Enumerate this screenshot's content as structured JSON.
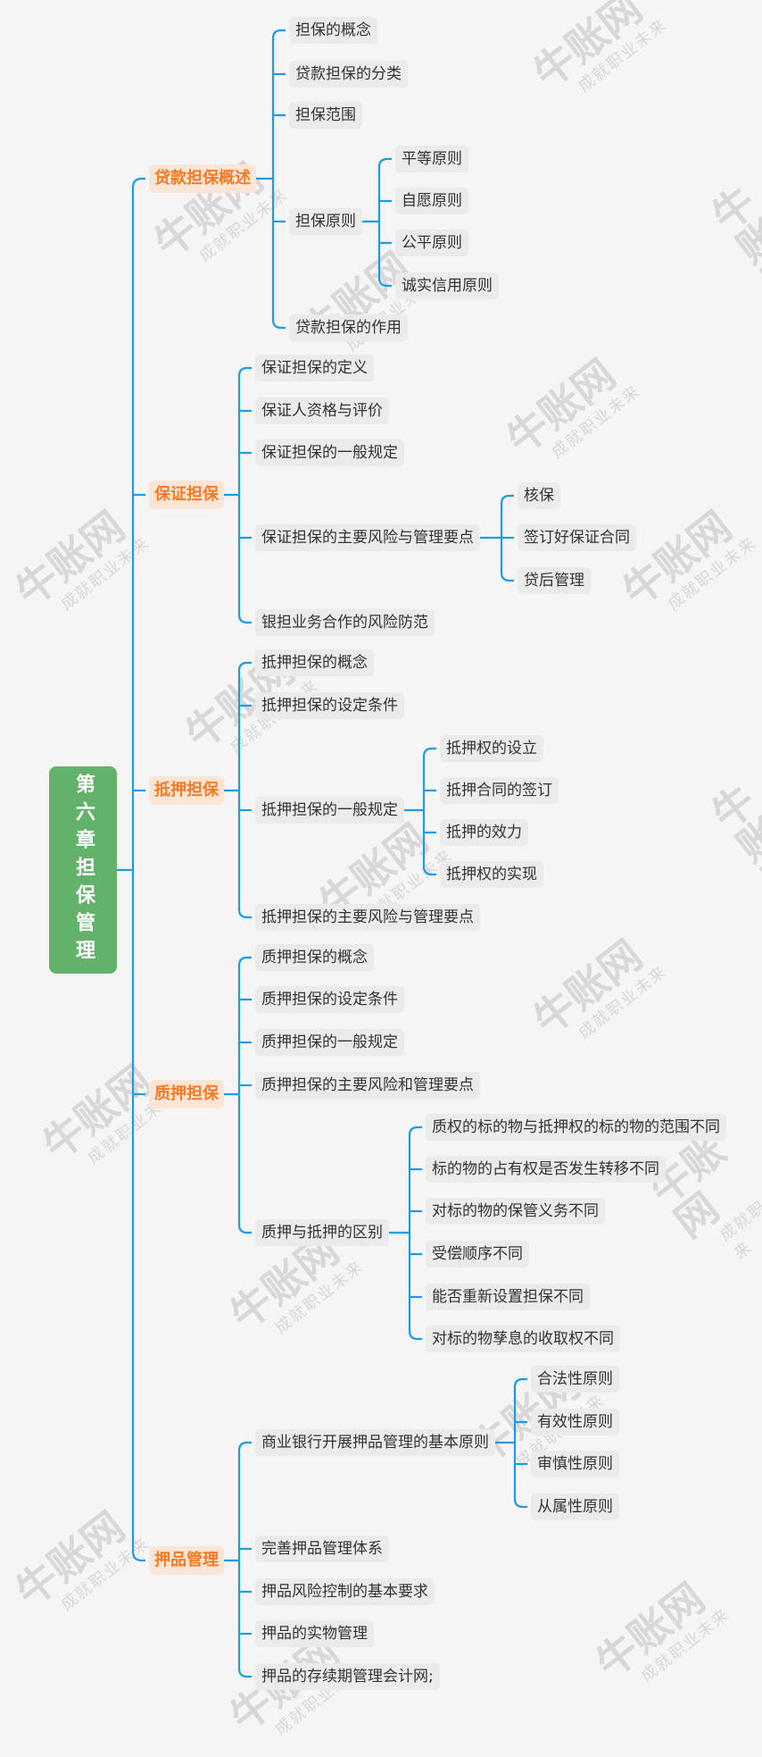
{
  "colors": {
    "line": "#1e9be6",
    "root_bg": "#62b26a",
    "category_text": "#f57a23",
    "category_bg": "#fbe5d7",
    "node_bg": "#ebebeb"
  },
  "watermark": {
    "brand": "牛账网",
    "slogan": "成就职业未来"
  },
  "root": {
    "label": "第六章担保管理"
  },
  "categories": [
    {
      "label": "贷款担保概述",
      "children": [
        {
          "label": "担保的概念"
        },
        {
          "label": "贷款担保的分类"
        },
        {
          "label": "担保范围"
        },
        {
          "label": "担保原则",
          "children": [
            {
              "label": "平等原则"
            },
            {
              "label": "自愿原则"
            },
            {
              "label": "公平原则"
            },
            {
              "label": "诚实信用原则"
            }
          ]
        },
        {
          "label": "贷款担保的作用"
        }
      ]
    },
    {
      "label": "保证担保",
      "children": [
        {
          "label": "保证担保的定义"
        },
        {
          "label": "保证人资格与评价"
        },
        {
          "label": "保证担保的一般规定"
        },
        {
          "label": "保证担保的主要风险与管理要点",
          "children": [
            {
              "label": "核保"
            },
            {
              "label": "签订好保证合同"
            },
            {
              "label": "贷后管理"
            }
          ]
        },
        {
          "label": "银担业务合作的风险防范"
        }
      ]
    },
    {
      "label": "抵押担保",
      "children": [
        {
          "label": "抵押担保的概念"
        },
        {
          "label": "抵押担保的设定条件"
        },
        {
          "label": "抵押担保的一般规定",
          "children": [
            {
              "label": "抵押权的设立"
            },
            {
              "label": "抵押合同的签订"
            },
            {
              "label": "抵押的效力"
            },
            {
              "label": "抵押权的实现"
            }
          ]
        },
        {
          "label": "抵押担保的主要风险与管理要点"
        }
      ]
    },
    {
      "label": "质押担保",
      "children": [
        {
          "label": "质押担保的概念"
        },
        {
          "label": "质押担保的设定条件"
        },
        {
          "label": "质押担保的一般规定"
        },
        {
          "label": "质押担保的主要风险和管理要点"
        },
        {
          "label": "质押与抵押的区别",
          "children": [
            {
              "label": "质权的标的物与抵押权的标的物的范围不同"
            },
            {
              "label": "标的物的占有权是否发生转移不同"
            },
            {
              "label": "对标的物的保管义务不同"
            },
            {
              "label": "受偿顺序不同"
            },
            {
              "label": "能否重新设置担保不同"
            },
            {
              "label": "对标的物孳息的收取权不同"
            }
          ]
        }
      ]
    },
    {
      "label": "押品管理",
      "children": [
        {
          "label": "商业银行开展押品管理的基本原则",
          "children": [
            {
              "label": "合法性原则"
            },
            {
              "label": "有效性原则"
            },
            {
              "label": "审慎性原则"
            },
            {
              "label": "从属性原则"
            }
          ]
        },
        {
          "label": "完善押品管理体系"
        },
        {
          "label": "押品风险控制的基本要求"
        },
        {
          "label": "押品的实物管理"
        },
        {
          "label": "押品的存续期管理会计网;"
        }
      ]
    }
  ]
}
